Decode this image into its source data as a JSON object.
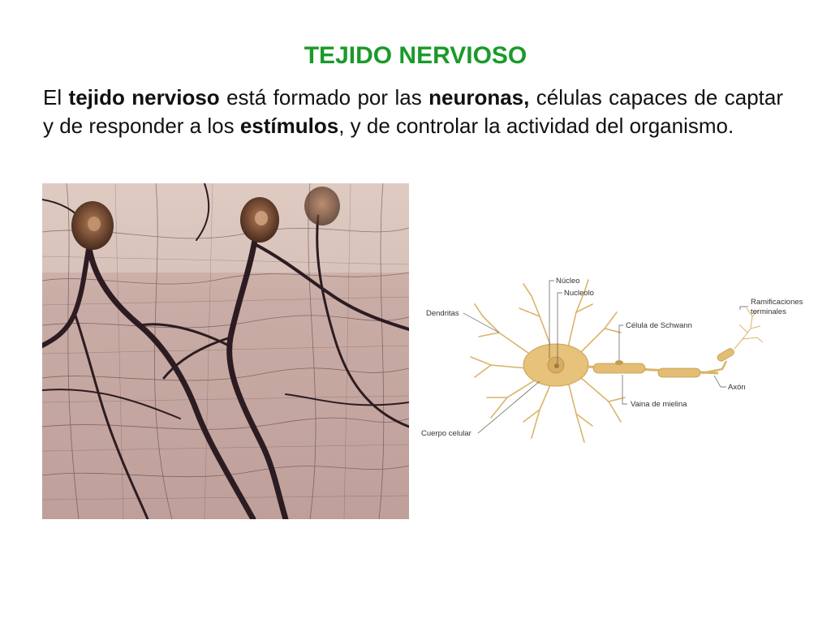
{
  "slide": {
    "title": "TEJIDO NERVIOSO",
    "intro": [
      {
        "text": "El ",
        "bold": false
      },
      {
        "text": "tejido nervioso",
        "bold": true
      },
      {
        "text": " está formado por las ",
        "bold": false
      },
      {
        "text": "neuronas,",
        "bold": true
      },
      {
        "text": " células capaces de captar y de responder a los ",
        "bold": false
      },
      {
        "text": "estímulos",
        "bold": true
      },
      {
        "text": ", y de controlar la actividad del organismo.",
        "bold": false
      }
    ]
  },
  "diagram": {
    "labels": {
      "nucleo": "Núcleo",
      "nucleolo": "Nucleolo",
      "dendritas": "Dendritas",
      "schwann": "Célula de Schwann",
      "ramificaciones_1": "Ramificaciones",
      "ramificaciones_2": "terminales",
      "axon": "Axón",
      "vaina": "Vaina de mielina",
      "cuerpo": "Cuerpo celular"
    }
  },
  "colors": {
    "title": "#1a9a2a",
    "text": "#111111",
    "tissue_bg": "#c8a9a3",
    "neuron_fill": "#e6c27a"
  }
}
